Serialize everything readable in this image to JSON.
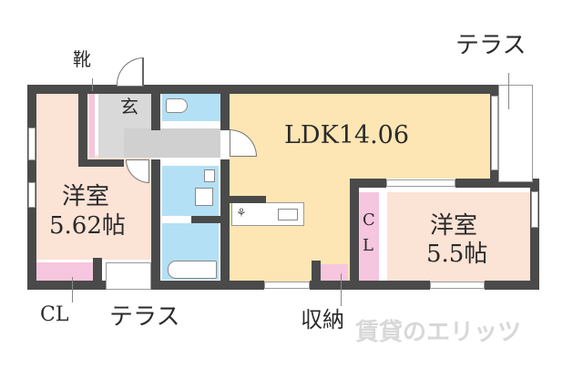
{
  "floor_plan": {
    "rooms": {
      "western_room_left": {
        "name": "洋室",
        "size": "5.62帖",
        "color": "#fbe3d6"
      },
      "ldk": {
        "name": "LDK14.06",
        "color": "#fde6b4"
      },
      "western_room_right": {
        "name": "洋室",
        "size": "5.5帖",
        "color": "#fbe3d6"
      },
      "entrance": {
        "name": "玄",
        "color": "#d9d9d9"
      },
      "toilet": {
        "color": "#b3e0f5"
      },
      "washroom": {
        "color": "#b3e0f5"
      },
      "bathroom": {
        "color": "#b3e0f5"
      },
      "hallway": {
        "color": "#d0d0d0"
      }
    },
    "labels": {
      "shoe_closet": "靴",
      "terrace_top": "テラス",
      "terrace_bottom": "テラス",
      "closet_left": "CL",
      "closet_right_c": "C",
      "closet_right_l": "L",
      "storage": "収納"
    },
    "colors": {
      "wall": "#4a4a4a",
      "closet": "#f6c6de",
      "background": "#ffffff"
    },
    "watermark": "賃貸のエリッツ"
  }
}
